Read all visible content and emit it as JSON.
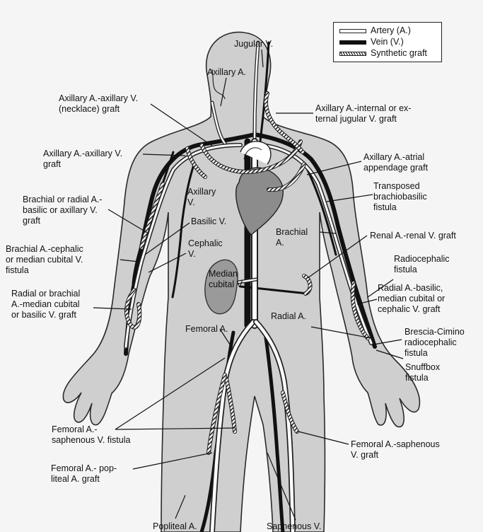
{
  "legend": {
    "artery": "Artery (A.)",
    "vein": "Vein (V.)",
    "graft": "Synthetic graft"
  },
  "labels": {
    "jugular_v": "Jugular V.",
    "axillary_a": "Axillary A.",
    "axillary_axillary_necklace": "Axillary A.-axillary V.\n(necklace) graft",
    "axillary_jugular": "Axillary A.-internal or ex-\nternal jugular V. graft",
    "axillary_axillary_graft": "Axillary A.-axillary V.\ngraft",
    "axillary_atrial": "Axillary A.-atrial\nappendage graft",
    "transposed_brachiobasilic": "Transposed\nbrachiobasilic\nfistula",
    "brachial_radial_basilic": "Brachial or radial A.-\nbasilic or axillary V.\ngraft",
    "axillary_v": "Axillary\nV.",
    "basilic_v": "Basilic V.",
    "brachial_a": "Brachial\nA.",
    "renal": "Renal A.-renal V. graft",
    "brachial_cephalic": "Brachial A.-cephalic\nor median cubital V.\nfistula",
    "cephalic_v": "Cephalic\nV.",
    "radiocephalic": "Radiocephalic\nfistula",
    "median_cubital_v": "Median\ncubital V.",
    "radial_brachial_median": "Radial or brachial\nA.-median cubital\nor basilic V. graft",
    "radial_basilic": "Radial A.-basilic,\nmedian cubital or\ncephalic V. graft",
    "radial_a": "Radial A.",
    "femoral_a": "Femoral A.",
    "brescia_cimino": "Brescia-Cimino\nradiocephalic\nfistula",
    "snuffbox": "Snuffbox\nfistula",
    "femoral_saphenous_fistula": "Femoral A.-\nsaphenous V. fistula",
    "femoral_saphenous_graft": "Femoral A.-saphenous\nV. graft",
    "femoral_popliteal": "Femoral A.- pop-\nliteal A. graft",
    "popliteal_a": "Popliteal A.",
    "saphenous_v": "Saphenous V."
  }
}
